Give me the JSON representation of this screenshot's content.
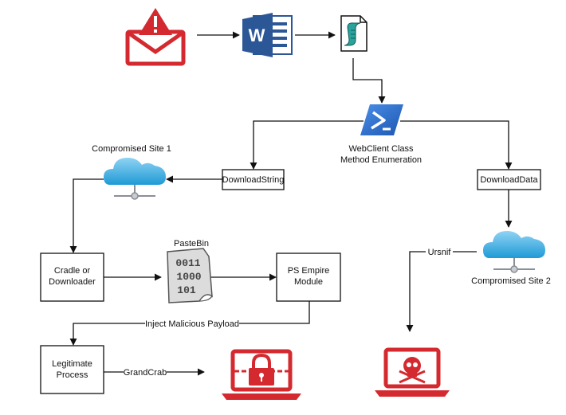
{
  "nodes": {
    "download_string": "DownloadString",
    "download_data": "DownloadData",
    "cradle_line1": "Cradle or",
    "cradle_line2": "Downloader",
    "ps_empire_line1": "PS Empire",
    "ps_empire_line2": "Module",
    "legit_line1": "Legitimate",
    "legit_line2": "Process"
  },
  "labels": {
    "compromised_site_1": "Compromised Site 1",
    "compromised_site_2": "Compromised Site 2",
    "webclient_line1": "WebClient Class",
    "webclient_line2": "Method Enumeration",
    "pastebin": "PasteBin",
    "pastebin_bin1": "0011",
    "pastebin_bin2": "1000",
    "pastebin_bin3": "101"
  },
  "edges": {
    "inject": "Inject Malicious Payload",
    "grandcrab": "GrandCrab",
    "ursnif": "Ursnif"
  },
  "icons": {
    "email": "email-warning-icon",
    "word": "word-document-icon",
    "script": "script-file-icon",
    "powershell": "powershell-icon",
    "cloud": "cloud-server-icon",
    "paper": "binary-document-icon",
    "ransomware": "locked-laptop-icon",
    "malware": "skull-laptop-icon"
  },
  "colors": {
    "danger": "#d42a2f",
    "word_blue": "#2b5797",
    "powershell_blue": "#2a6fd1",
    "cloud_blue": "#2aa8e0",
    "script_teal": "#2aa39c"
  }
}
